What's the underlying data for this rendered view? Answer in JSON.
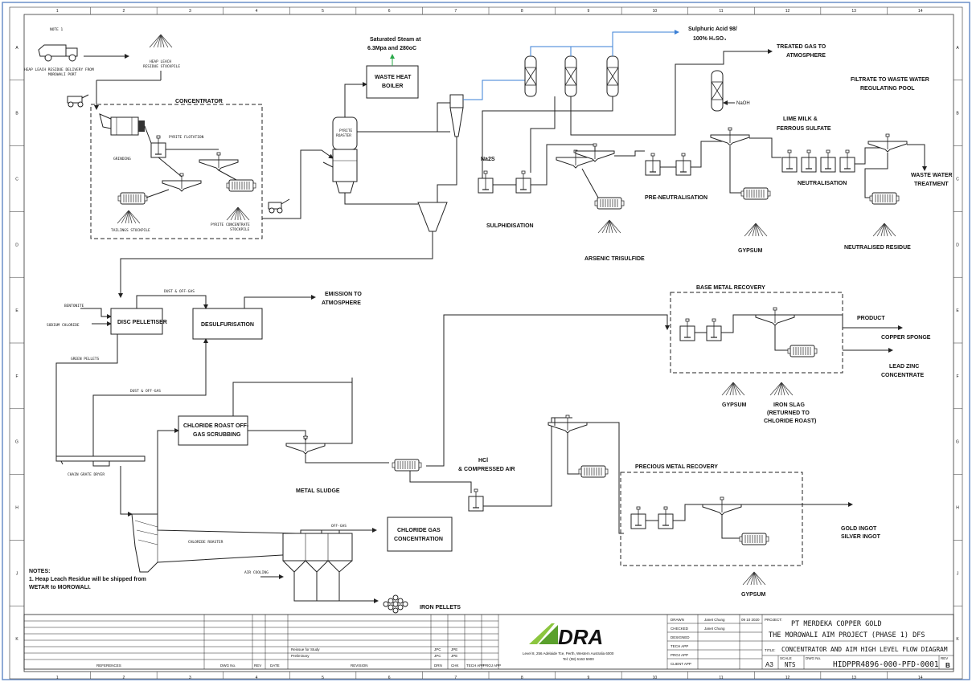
{
  "grid": {
    "cols": [
      "1",
      "2",
      "3",
      "4",
      "5",
      "6",
      "7",
      "8",
      "9",
      "10",
      "11",
      "12",
      "13",
      "14"
    ],
    "rows": [
      "A",
      "B",
      "C",
      "D",
      "E",
      "F",
      "G",
      "H",
      "J",
      "K"
    ]
  },
  "labels": {
    "note1": "NOTE 1",
    "heap_delivery_1": "HEAP LEACH RESIDUE DELIVERY FROM",
    "heap_delivery_2": "MOROWALI PORT",
    "heap_stockpile_1": "HEAP LEACH",
    "heap_stockpile_2": "RESIDUE STOCKPILE",
    "concentrator": "CONCENTRATOR",
    "pyrite_flotation": "PYRITE FLOTATION",
    "grinding": "GRINDING",
    "tailings_stockpile": "TAILINGS STOCKPILE",
    "pyrite_conc_1": "PYRITE CONCENTRATE",
    "pyrite_conc_2": "STOCKPILE",
    "steam_1": "Saturated Steam at",
    "steam_2": "6.3Mpa and 280oC",
    "whb_1": "WASTE HEAT",
    "whb_2": "BOILER",
    "pyrite_roaster_1": "PYRITE",
    "pyrite_roaster_2": "ROASTER",
    "acid_1": "Sulphuric Acid 98/",
    "acid_2": "100% H₂SO₄",
    "treated_gas_1": "TREATED GAS TO",
    "treated_gas_2": "ATMOSPHERE",
    "naoh": "NaOH",
    "filtrate_1": "FILTRATE TO WASTE WATER",
    "filtrate_2": "REGULATING POOL",
    "lime_1": "LIME MILK &",
    "lime_2": "FERROUS SULFATE",
    "na2s": "Na2S",
    "sulphidisation": "SULPHIDISATION",
    "pre_neutralisation": "PRE-NEUTRALISATION",
    "neutralisation": "NEUTRALISATION",
    "wwt_1": "WASTE WATER",
    "wwt_2": "TREATMENT",
    "arsenic": "ARSENIC TRISULFIDE",
    "gypsum": "GYPSUM",
    "neutralised_residue": "NEUTRALISED RESIDUE",
    "dust_offgas": "DUST & OFF-GAS",
    "emission_1": "EMISSION TO",
    "emission_2": "ATMOSPHERE",
    "bentonite": "BENTONITE",
    "sodium_chloride": "SODIUM CHLORIDE",
    "disc_pelletiser": "DISC PELLETISER",
    "desulfurisation": "DESULFURISATION",
    "green_pellets": "GREEN PELLETS",
    "base_metal_recovery": "BASE METAL RECOVERY",
    "product": "PRODUCT",
    "copper_sponge": "COPPER SPONGE",
    "lead_zinc_1": "LEAD ZINC",
    "lead_zinc_2": "CONCENTRATE",
    "iron_slag_1": "IRON SLAG",
    "iron_slag_2": "(RETURNED TO",
    "iron_slag_3": "CHLORIDE ROAST)",
    "chloride_scrub_1": "CHLORIDE ROAST OFF-",
    "chloride_scrub_2": "GAS SCRUBBING",
    "hcl_1": "HCl",
    "hcl_2": "& COMPRESSED AIR",
    "metal_sludge": "METAL SLUDGE",
    "chain_grate": "CHAIN GRATE DRYER",
    "precious_metal_recovery": "PRECIOUS METAL RECOVERY",
    "gold_ingot": "GOLD INGOT",
    "silver_ingot": "SILVER INGOT",
    "off_gas": "OFF-GAS",
    "chloride_gas_1": "CHLORIDE GAS",
    "chloride_gas_2": "CONCENTRATION",
    "chloride_roaster": "CHLORIDE ROASTER",
    "air_cooling": "AIR COOLING",
    "iron_pellets": "IRON PELLETS",
    "notes_title": "NOTES:",
    "note_line_1": "1. Heap Leach Residue will be shipped from",
    "note_line_2": "WETAR to MOROWALI."
  },
  "title_block": {
    "logo": "DRA",
    "address_1": "Level 8, 256 Adelaide Tce, Perth, Western Australia 6000",
    "address_2": "Tel: (08) 6163 5900",
    "references": "REFERENCES",
    "dwg_no_header": "DWG No.",
    "rev_header": "REV",
    "date_header": "DATE",
    "revision_header": "REVISION",
    "drn": "DRN",
    "chk": "CHK",
    "tech_app": "TECH APP",
    "proj_app": "PROJ APP",
    "rev_rows": [
      {
        "text": "Reissue for Study",
        "drn": "JPC",
        "chk": "JPE"
      },
      {
        "text": "Preliminary",
        "drn": "JPC",
        "chk": "JPE"
      }
    ],
    "roles": [
      "DRAWN",
      "CHECKED",
      "DESIGNED",
      "TECH APP",
      "PROJ APP",
      "CLIENT APP"
    ],
    "drawn_by": "Janet Chung",
    "checked_by": "Janet Chung",
    "drawn_date": "09 10 2020",
    "project_label": "PROJECT:",
    "project_1": "PT MERDEKA COPPER GOLD",
    "project_2": "THE MOROWALI AIM PROJECT (PHASE 1) DFS",
    "title_label": "TITLE:",
    "title": "CONCENTRATOR AND AIM HIGH LEVEL FLOW DIAGRAM",
    "size": "A3",
    "scale_label": "SCALE",
    "scale": "NTS",
    "dwg_label": "DWG No.",
    "dwg_no": "HIDPPR4896-000-PFD-0001",
    "rev_label": "REV",
    "rev": "B"
  }
}
